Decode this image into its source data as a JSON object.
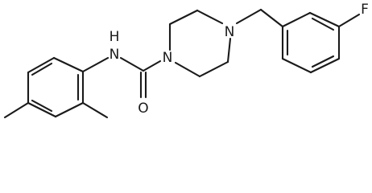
{
  "molecule": {
    "atoms": {
      "amide_nh": "N",
      "amide_h": "H",
      "piperazine_n1": "N",
      "piperazine_n4": "N",
      "carbonyl_o": "O",
      "fluorine": "F"
    }
  }
}
